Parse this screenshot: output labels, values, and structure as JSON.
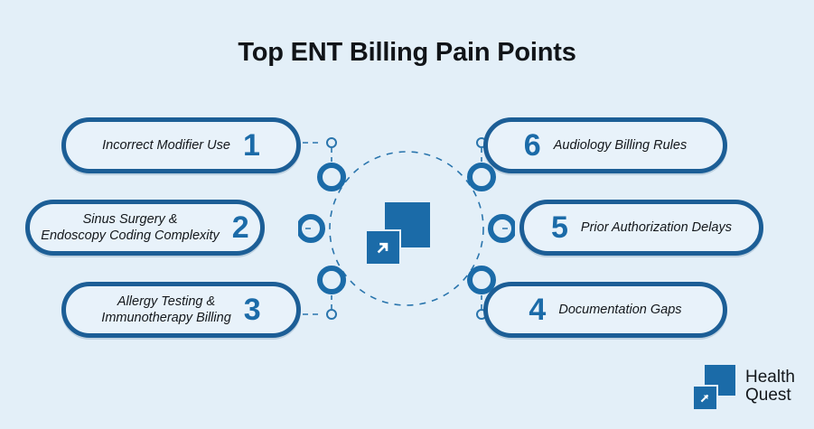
{
  "page": {
    "title": "Top ENT Billing Pain Points",
    "background_color": "#e3eff8",
    "accent_color": "#1b6ba8",
    "border_color": "#1c5e96",
    "text_color": "#14181c"
  },
  "center": {
    "icon": "overlapping-squares-arrow-icon"
  },
  "items": [
    {
      "number": "1",
      "label": "Incorrect Modifier Use",
      "side": "left"
    },
    {
      "number": "2",
      "label": "Sinus Surgery &\nEndoscopy Coding Complexity",
      "side": "left"
    },
    {
      "number": "3",
      "label": "Allergy Testing &\nImmunotherapy Billing",
      "side": "left"
    },
    {
      "number": "4",
      "label": "Documentation Gaps",
      "side": "right"
    },
    {
      "number": "5",
      "label": "Prior Authorization Delays",
      "side": "right"
    },
    {
      "number": "6",
      "label": "Audiology Billing Rules",
      "side": "right"
    }
  ],
  "brand": {
    "name": "Health\nQuest",
    "icon": "overlapping-squares-arrow-icon"
  }
}
